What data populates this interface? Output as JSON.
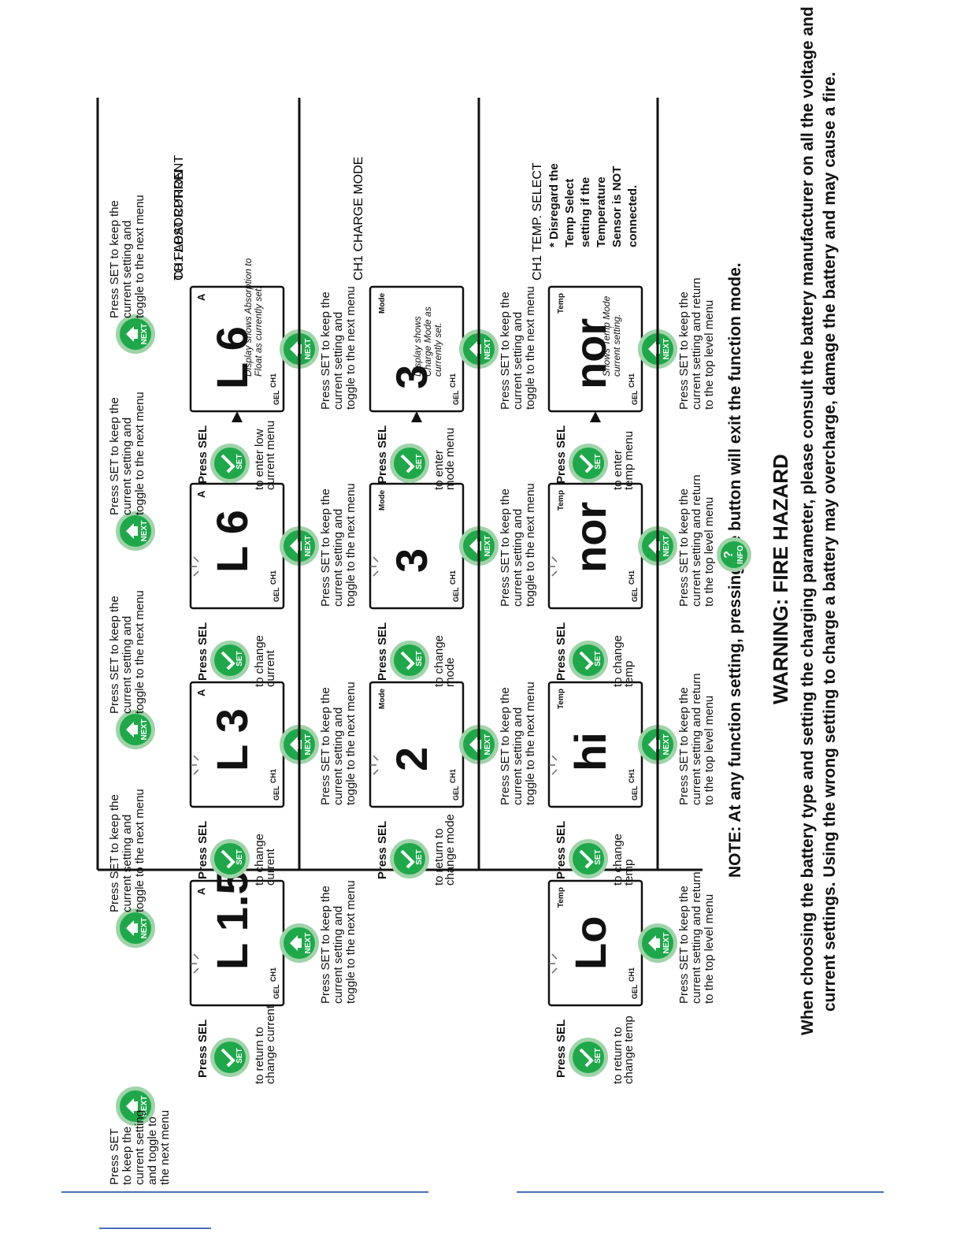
{
  "rows": [
    {
      "title_lines": [
        "CH1 ABSORPTION",
        "TO FLOAT CURRENT"
      ],
      "first_display": {
        "channel": "CH1",
        "gel": "GEL",
        "value": "L  6",
        "unit": "A",
        "note": [
          "Display shows Absorption to",
          "Float as currently set."
        ]
      },
      "sel_label": "Press SEL",
      "enter_label": [
        "to enter low",
        "current menu"
      ],
      "displays": [
        {
          "value": "L 6",
          "unit": "A",
          "after": [
            "to change",
            "current"
          ]
        },
        {
          "value": "L 3",
          "unit": "A",
          "after": [
            "to change",
            "current"
          ]
        },
        {
          "value": "L 1.5",
          "unit": "A",
          "after": [
            "to return to",
            "change current"
          ]
        }
      ],
      "next_text": [
        "Press SET to keep the",
        "current setting and",
        "toggle to the next menu"
      ]
    },
    {
      "title_lines": [
        "CH1 CHARGE MODE"
      ],
      "first_display": {
        "channel": "CH1",
        "gel": "GEL",
        "value": "3",
        "unit": "Mode",
        "note": [
          "Display shows",
          "Charge Mode as",
          "currently set."
        ]
      },
      "sel_label": "Press SEL",
      "enter_label": [
        "to enter",
        "mode menu"
      ],
      "displays": [
        {
          "value": "3",
          "unit": "Mode",
          "after": [
            "to change",
            "mode"
          ]
        },
        {
          "value": "2",
          "unit": "Mode",
          "after": [
            "to return to",
            "change mode"
          ]
        }
      ],
      "next_text": [
        "Press SET to keep the",
        "current setting and",
        "toggle to the next menu"
      ]
    },
    {
      "title_lines": [
        "CH1 TEMP. SELECT"
      ],
      "first_display": {
        "channel": "CH1",
        "gel": "GEL",
        "value": "nor",
        "unit": "Temp",
        "note": [
          "Shows Temp Mode",
          "current setting."
        ]
      },
      "sel_label": "Press SEL",
      "enter_label": [
        "to enter",
        "temp menu"
      ],
      "displays": [
        {
          "value": "nor",
          "unit": "Temp",
          "after": [
            "to change",
            "temp"
          ]
        },
        {
          "value": "hi",
          "unit": "Temp",
          "after": [
            "to change",
            "temp"
          ]
        },
        {
          "value": "Lo",
          "unit": "Temp",
          "after": [
            "to return to",
            "change temp"
          ]
        }
      ],
      "next_text": [
        "Press SET to keep the",
        "current setting and return",
        "to the top level menu"
      ]
    }
  ],
  "top_next_text": [
    "Press SET to keep the",
    "current setting and",
    "toggle to the next menu"
  ],
  "top_last_text": [
    "Press SET",
    "to keep the",
    "current setting",
    "and toggle to",
    "the next menu"
  ],
  "buttons": {
    "next": "NEXT",
    "set": "SET",
    "info": "INFO"
  },
  "disclaimer": [
    "* Disregard the",
    "Temp Select",
    "setting if the",
    "Temperature",
    "Sensor is NOT",
    "connected."
  ],
  "note_before": "NOTE: At any function setting, pressing the",
  "note_after": "button will exit the function mode.",
  "warning_title": "WARNING: FIRE HAZARD",
  "warning_lines": [
    "When choosing the battery type and setting the charging parameter, please consult the battery manufacturer on all the voltage and",
    "current settings. Using the wrong setting to charge a battery may overcharge, damage the battery and may cause a fire."
  ],
  "colors": {
    "button_green": "#1ea84a",
    "button_ring": "#9fd3a8",
    "line": "#111111",
    "footer_rule": "#4a6fb5"
  }
}
